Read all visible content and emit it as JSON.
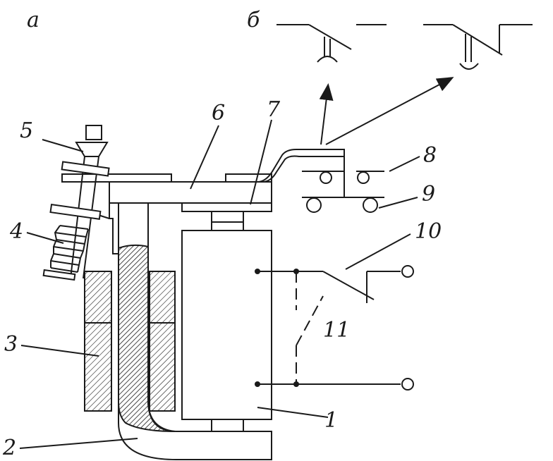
{
  "labels": {
    "a": "а",
    "b": "б",
    "n1": "1",
    "n2": "2",
    "n3": "3",
    "n4": "4",
    "n5": "5",
    "n6": "6",
    "n7": "7",
    "n8": "8",
    "n9": "9",
    "n10": "10",
    "n11": "11"
  }
}
